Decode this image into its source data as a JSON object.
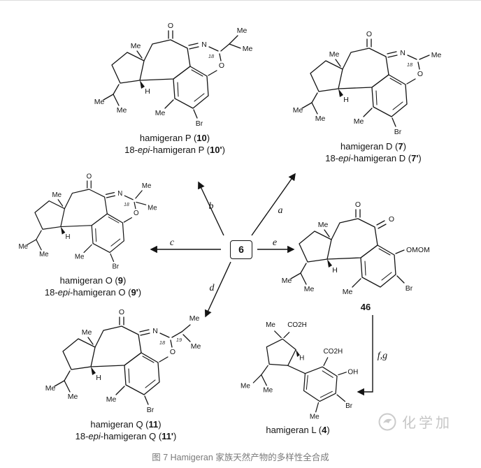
{
  "figure": {
    "caption": "图 7 Hamigeran 家族天然产物的多样性全合成",
    "watermark_text": "化学加"
  },
  "center_node": {
    "label": "6"
  },
  "arrows": {
    "a": "a",
    "b": "b",
    "c": "c",
    "d": "d",
    "e": "e",
    "fg": "f,g"
  },
  "core_labels": {
    "o_ketone": "O",
    "n": "N",
    "o_ring": "O",
    "pos18": "18",
    "me_quaternary": "Me",
    "h": "H",
    "me_ipr_1": "Me",
    "me_ipr_2": "Me",
    "me_arene": "Me",
    "br": "Br"
  },
  "sidechains": {
    "p": {
      "me1": "Me",
      "me2": "Me"
    },
    "d": {
      "me": "Me"
    },
    "o": {
      "me1": "Me",
      "me2": "Me"
    },
    "q": {
      "pos19": "19",
      "me1": "Me",
      "me2": "Me"
    }
  },
  "compound46": {
    "me_quaternary": "Me",
    "o_ketone_1": "O",
    "o_ketone_2": "O",
    "h": "H",
    "me_ipr_1": "Me",
    "me_ipr_2": "Me",
    "omom": "OMOM",
    "br": "Br",
    "me_arene": "Me"
  },
  "compound_l": {
    "co2h_chain": "CO2H",
    "me_quaternary": "Me",
    "h": "H",
    "me_ipr_1": "Me",
    "me_ipr_2": "Me",
    "co2h_aryl": "CO2H",
    "oh": "OH",
    "br": "Br",
    "me_arene": "Me"
  },
  "labels": {
    "p": {
      "l1a": "hamigeran P (",
      "l1b": "10",
      "l1c": ")",
      "l2a": "18-",
      "l2b": "epi",
      "l2c": "-hamigeran P (",
      "l2d": "10'",
      "l2e": ")"
    },
    "d": {
      "l1a": "hamigeran D (",
      "l1b": "7",
      "l1c": ")",
      "l2a": "18-",
      "l2b": "epi",
      "l2c": "-hamigeran D (",
      "l2d": "7'",
      "l2e": ")"
    },
    "o": {
      "l1a": "hamigeran O (",
      "l1b": "9",
      "l1c": ")",
      "l2a": "18-",
      "l2b": "epi",
      "l2c": "-hamigeran O (",
      "l2d": "9'",
      "l2e": ")"
    },
    "q": {
      "l1a": "hamigeran Q (",
      "l1b": "11",
      "l1c": ")",
      "l2a": "18-",
      "l2b": "epi",
      "l2c": "-hamigeran Q (",
      "l2d": "11'",
      "l2e": ")"
    },
    "c46": {
      "num": "46"
    },
    "l4": {
      "l1a": "hamigeran L (",
      "l1b": "4",
      "l1c": ")"
    }
  }
}
